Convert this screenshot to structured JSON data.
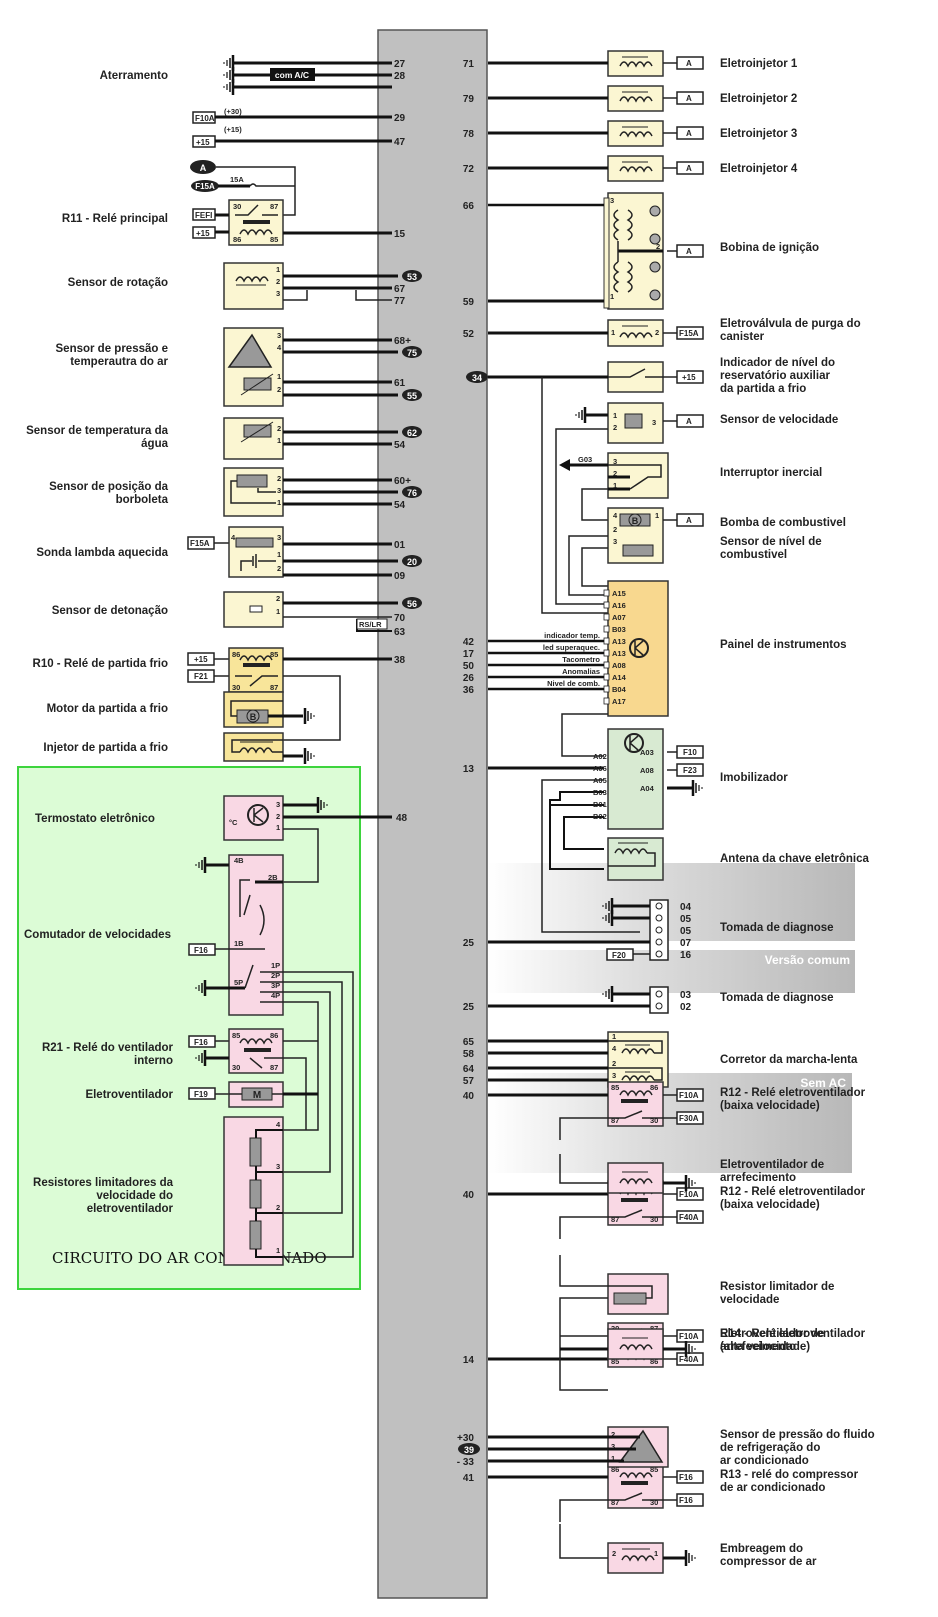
{
  "colors": {
    "ecu": "#c0c0c0",
    "component_yellow": "#fbf6d2",
    "component_gold": "#f8d88f",
    "component_green": "#d8ead2",
    "component_pink": "#f9d8e4",
    "ac_panel_bg": "#dcfcd6",
    "ac_panel_border": "#3dd43d",
    "pill": "#222222"
  },
  "ac_circuit_title": "CIRCUITO DO AR CONDICIONADO",
  "left": {
    "aterramento": {
      "label": "Aterramento",
      "tag": "com A/C",
      "pins": [
        "27",
        "28"
      ]
    },
    "feed30": {
      "fuse": "F10A",
      "note": "(+30)",
      "pin": "29"
    },
    "feed15": {
      "fuse": "+15",
      "note": "(+15)",
      "pin": "47"
    },
    "r11": {
      "label": "R11 - Relé principal",
      "pill": "A",
      "fuse_pill": "F15A",
      "fuse_note": "15A",
      "in1": "FEFI",
      "in2": "+15",
      "t30": "30",
      "t87": "87",
      "t86": "86",
      "t85": "85",
      "pin": "15"
    },
    "sensor_rotacao": {
      "label": "Sensor de rotação",
      "terms": [
        "1",
        "2",
        "3"
      ],
      "pins": [
        "53",
        "67",
        "77"
      ]
    },
    "sensor_pressao": {
      "label1": "Sensor de pressão e",
      "label2": "temperautra do ar",
      "terms": [
        "3",
        "4",
        "1",
        "2"
      ],
      "pins": [
        "68+",
        "75",
        "61",
        "55"
      ]
    },
    "sensor_agua": {
      "label1": "Sensor de temperatura da",
      "label2": "água",
      "terms": [
        "2",
        "1"
      ],
      "pins": [
        "62",
        "54"
      ]
    },
    "sensor_borboleta": {
      "label1": "Sensor de posição da",
      "label2": "borboleta",
      "terms": [
        "2",
        "3",
        "1"
      ],
      "pins": [
        "60+",
        "76",
        "54"
      ]
    },
    "sonda_lambda": {
      "label": "Sonda lambda aquecida",
      "fuse": "F15A",
      "terms": [
        "4",
        "3",
        "1",
        "2"
      ],
      "pins": [
        "01",
        "20",
        "09"
      ]
    },
    "sensor_detonacao": {
      "label": "Sensor de detonação",
      "terms": [
        "2",
        "1"
      ],
      "pins": [
        "56",
        "70",
        "63"
      ],
      "tag": "RS/LR"
    },
    "r10": {
      "label": "R10 - Relé de partida frio",
      "in1": "+15",
      "in2": "F21",
      "t86": "86",
      "t85": "85",
      "t30": "30",
      "t87": "87",
      "pin": "38"
    },
    "motor_partida": {
      "label": "Motor da partida a frio",
      "symbol": "B"
    },
    "injetor_partida": {
      "label": "Injetor de partida a frio"
    }
  },
  "ac": {
    "termostato": {
      "label": "Termostato eletrônico",
      "unit": "°C",
      "terms": [
        "3",
        "2",
        "1"
      ],
      "pin": "48"
    },
    "comutador": {
      "label": "Comutador de velocidades",
      "fuse": "F16",
      "terms": [
        "4B",
        "2B",
        "1B",
        "5P",
        "1P",
        "2P",
        "3P",
        "4P"
      ]
    },
    "r21": {
      "label1": "R21 - Relé do ventilador",
      "label2": "interno",
      "fuse": "F16",
      "t85": "85",
      "t86": "86",
      "t30": "30",
      "t87": "87"
    },
    "eletroventilador": {
      "label": "Eletroventilador",
      "fuse": "F19",
      "symbol": "M"
    },
    "resistores": {
      "label1": "Resistores limitadores da",
      "label2": "velocidade do",
      "label3": "eletroventilador",
      "terms": [
        "4",
        "3",
        "2",
        "1"
      ]
    }
  },
  "right": {
    "injetores": [
      {
        "label": "Eletroinjetor 1",
        "pin": "71",
        "feed": "A"
      },
      {
        "label": "Eletroinjetor 2",
        "pin": "79",
        "feed": "A"
      },
      {
        "label": "Eletroinjetor 3",
        "pin": "78",
        "feed": "A"
      },
      {
        "label": "Eletroinjetor 4",
        "pin": "72",
        "feed": "A"
      }
    ],
    "bobina": {
      "label": "Bobina de ignição",
      "pins": [
        "66",
        "59"
      ],
      "terms": [
        "3",
        "2",
        "1"
      ],
      "feed": "A"
    },
    "canister": {
      "label1": "Eletroválvula de purga do",
      "label2": "canister",
      "pin": "52",
      "terms": [
        "1",
        "2"
      ],
      "feed": "F15A"
    },
    "indicador_nivel": {
      "label1": "Indicador de nível do",
      "label2": "reservatório auxiliar",
      "label3": "da partida a frio",
      "pin": "34",
      "feed": "+15"
    },
    "sensor_velocidade": {
      "label": "Sensor de velocidade",
      "terms": [
        "1",
        "2",
        "3"
      ],
      "feed": "A"
    },
    "interruptor_inercial": {
      "label": "Interruptor inercial",
      "ground": "G03",
      "terms": [
        "3",
        "2",
        "1"
      ]
    },
    "bomba": {
      "label": "Bomba de combustivel",
      "symbol": "B",
      "terms": [
        "4",
        "1"
      ],
      "feed": "A"
    },
    "sensor_nivel": {
      "label1": "Sensor de nível de",
      "label2": "combustivel",
      "terms": [
        "2",
        "3"
      ]
    },
    "painel": {
      "label": "Painel de instrumentos",
      "terms": [
        "A15",
        "A16",
        "A07",
        "B03",
        "A13",
        "A13",
        "A08",
        "A14",
        "B04",
        "A17"
      ],
      "signals": [
        {
          "pin": "42",
          "name": "indicador temp."
        },
        {
          "pin": "17",
          "name": "led superaquec."
        },
        {
          "pin": "50",
          "name": "Tacometro"
        },
        {
          "pin": "26",
          "name": "Anomalias"
        },
        {
          "pin": "36",
          "name": "Nivel de comb."
        }
      ]
    },
    "imobilizador": {
      "label": "Imobilizador",
      "pin": "13",
      "left_terms": [
        "A02",
        "A06",
        "A05",
        "B03",
        "B01",
        "B02"
      ],
      "right_terms": [
        "A03",
        "A08",
        "A04"
      ],
      "fuses": [
        "F10",
        "F23"
      ]
    },
    "antena": {
      "label": "Antena da chave eletrônica"
    },
    "diag1": {
      "label": "Tomada de diagnose",
      "pin": "25",
      "terms": [
        "04",
        "05",
        "05",
        "07",
        "16"
      ],
      "fuse": "F20"
    },
    "diag2": {
      "label": "Tomada de diagnose",
      "band": "Versão comum",
      "pin": "25",
      "terms": [
        "03",
        "02"
      ]
    },
    "corretor": {
      "label": "Corretor da marcha-lenta",
      "pins": [
        "65",
        "58",
        "64",
        "57"
      ],
      "terms": [
        "1",
        "4",
        "2",
        "3"
      ]
    },
    "r12_sem_ac": {
      "band": "Sem AC",
      "label1": "R12 - Relé eletroventilador",
      "label2": "(baixa velocidade)",
      "pin": "40",
      "t85": "85",
      "t86": "86",
      "t87": "87",
      "t30": "30",
      "fuses": [
        "F10A",
        "F30A"
      ]
    },
    "ventilador_sem_ac": {
      "label1": "Eletroventilador de",
      "label2": "arrefecimento"
    },
    "r12": {
      "label1": "R12 - Relé eletroventilador",
      "label2": "(baixa velocidade)",
      "pin": "40",
      "t85": "85",
      "t86": "86",
      "t87": "87",
      "t30": "30",
      "fuses": [
        "F10A",
        "F40A"
      ]
    },
    "resistor_limitador": {
      "label1": "Resistor limitador de",
      "label2": "velocidade"
    },
    "ventilador": {
      "label1": "Eletroventilador de",
      "label2": "arrefecimento"
    },
    "r14": {
      "label1": "R14 - Relé eletroventilador",
      "label2": "(alta velocidade)",
      "pin": "14",
      "t30": "30",
      "t87": "87",
      "t85": "85",
      "t86": "86",
      "fuses": [
        "F10A",
        "F40A"
      ]
    },
    "sensor_fluido": {
      "label1": "Sensor de pressão do fluido",
      "label2": "de refrigeração do",
      "label3": "ar condicionado",
      "pins": [
        "+30",
        "39",
        "- 33"
      ],
      "terms": [
        "2",
        "3",
        "1"
      ]
    },
    "r13": {
      "label1": "R13 - relé do compressor",
      "label2": "de ar condicionado",
      "pin": "41",
      "t86": "86",
      "t85": "85",
      "t87": "87",
      "t30": "30",
      "fuses": [
        "F16",
        "F16"
      ]
    },
    "embreagem": {
      "label1": "Embreagem do",
      "label2": "compressor de ar",
      "terms": [
        "2",
        "1"
      ]
    }
  }
}
